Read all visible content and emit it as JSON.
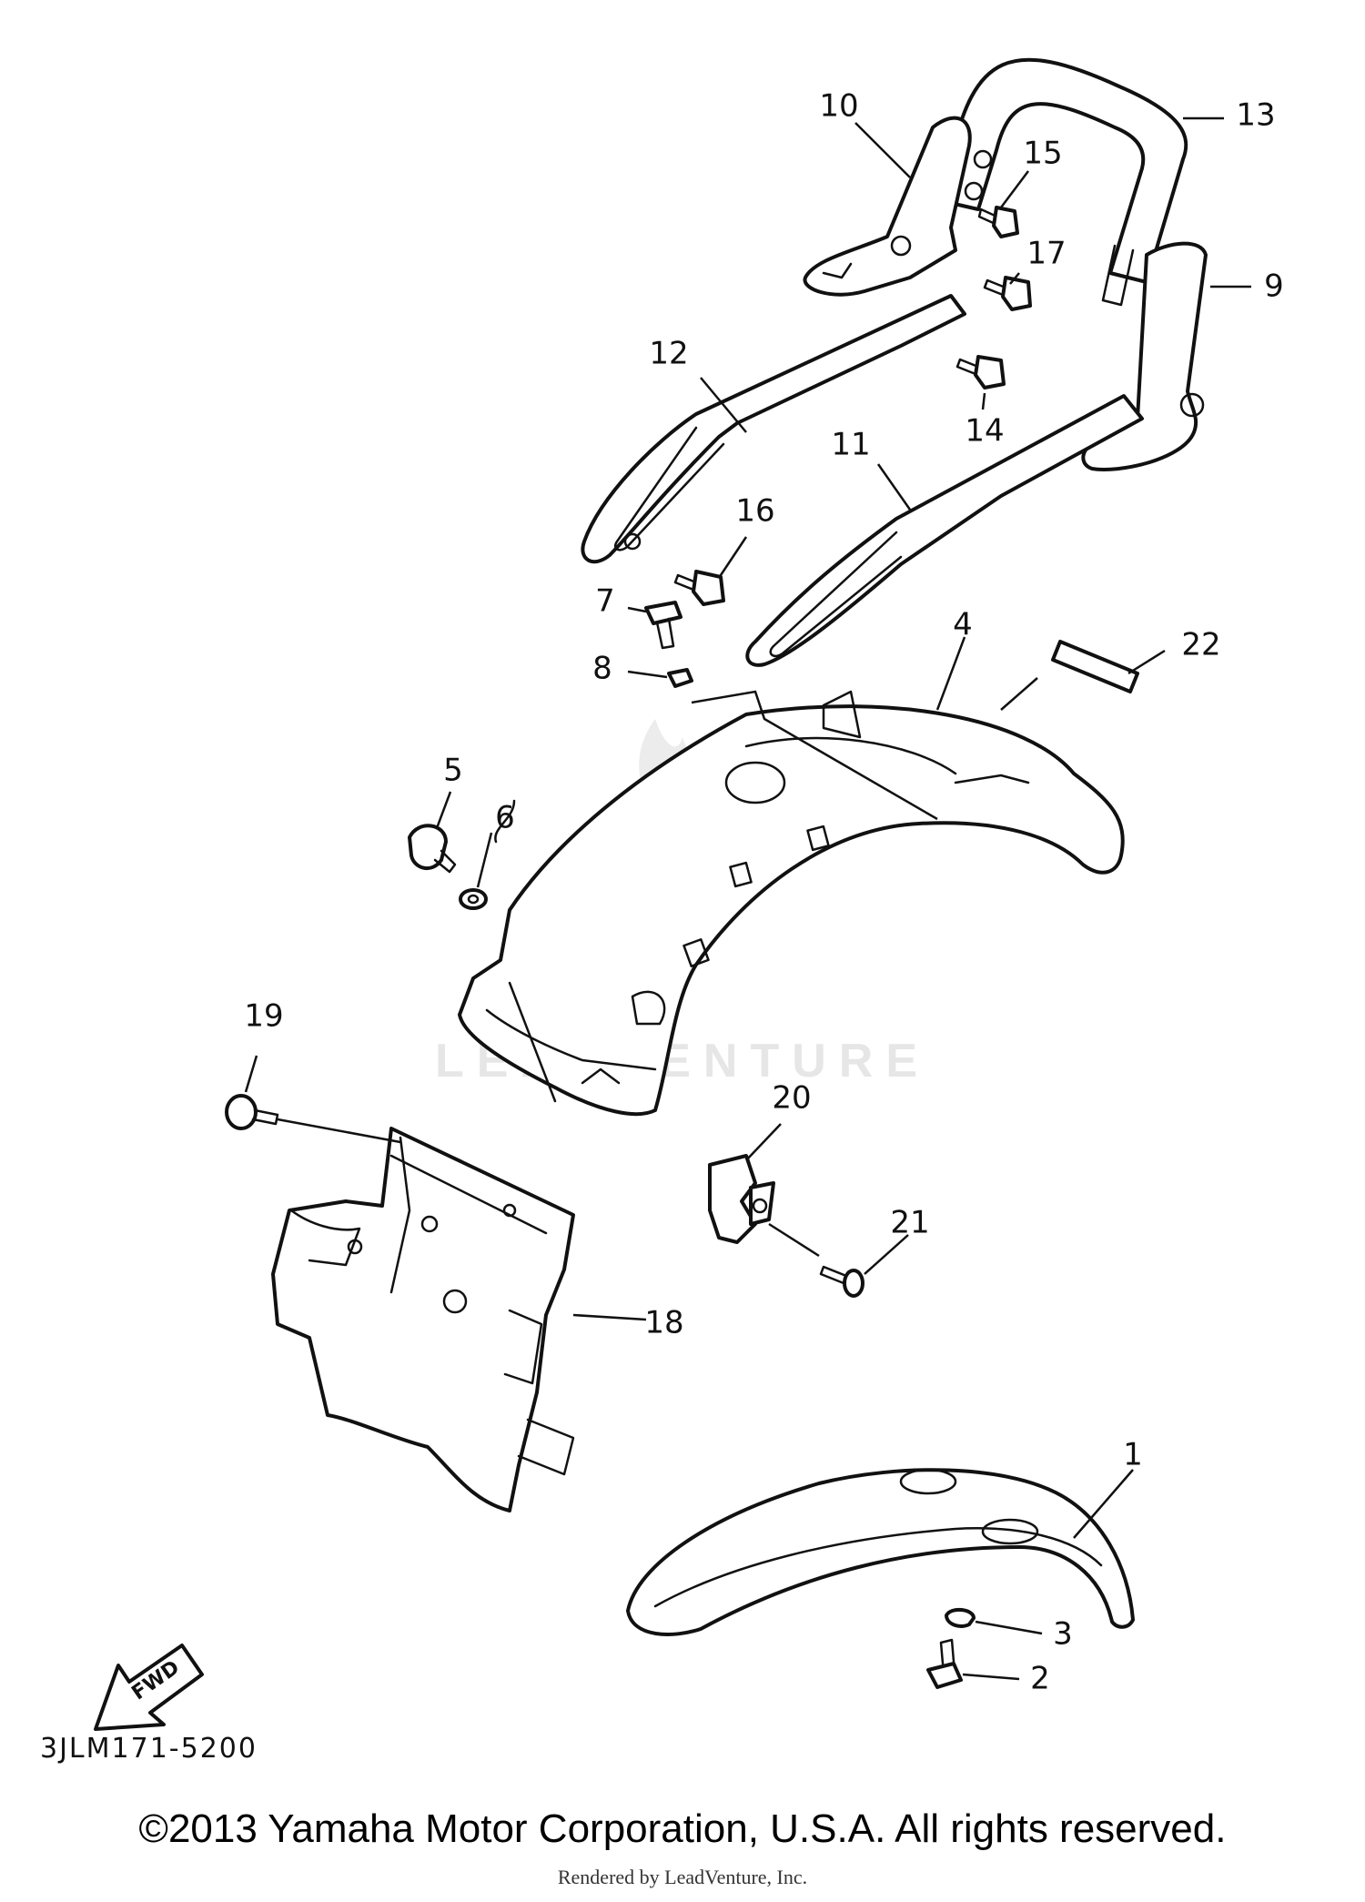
{
  "diagram": {
    "watermark": "LEADVENTURE",
    "fwd_label": "FWD",
    "reference_code": "3JLM171-5200",
    "callouts": [
      "1",
      "2",
      "3",
      "4",
      "5",
      "6",
      "7",
      "8",
      "9",
      "10",
      "11",
      "12",
      "13",
      "14",
      "15",
      "16",
      "17",
      "18",
      "19",
      "20",
      "21",
      "22"
    ]
  },
  "footer": {
    "copyright": "©2013 Yamaha Motor Corporation, U.S.A. All rights reserved.",
    "rendered_by": "Rendered by LeadVenture, Inc."
  }
}
